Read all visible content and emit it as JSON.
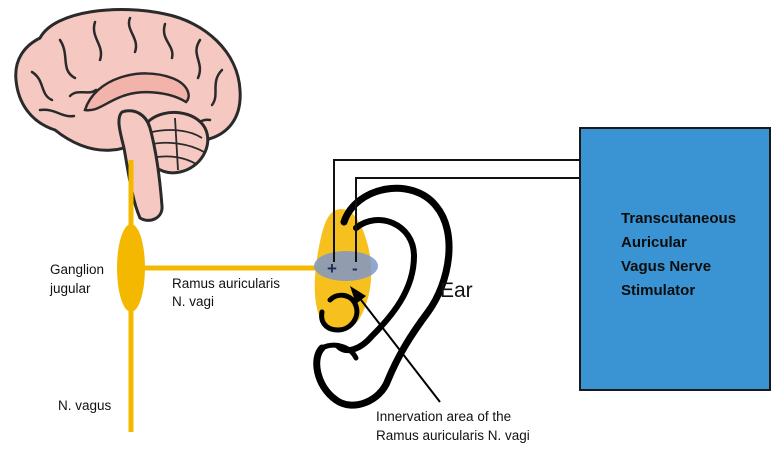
{
  "labels": {
    "ganglion": [
      "Ganglion",
      "jugular"
    ],
    "ramus": [
      "Ramus auricularis",
      "N. vagi"
    ],
    "vagus": "N. vagus",
    "ear": "Ear",
    "innervation": [
      "Innervation area of the",
      "Ramus auricularis N. vagi"
    ],
    "stimulator": [
      "Transcutaneous",
      "Auricular",
      "Vagus Nerve",
      "Stimulator"
    ],
    "electrode_plus": "+",
    "electrode_minus": "-"
  },
  "colors": {
    "nerve": "#F5B800",
    "brain_fill": "#F5C9C2",
    "brain_outline": "#2A2A2A",
    "stimulator_box": "#3A93D2",
    "electrode": "#7F97C9",
    "ear_outline": "#000000"
  }
}
